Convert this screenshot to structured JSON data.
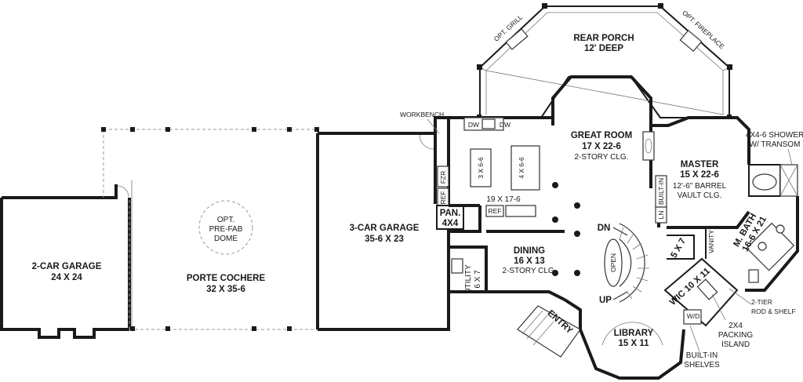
{
  "rooms": {
    "rear_porch": {
      "name": "REAR PORCH",
      "size": "12' DEEP"
    },
    "great_room": {
      "name": "GREAT ROOM",
      "size": "17 X 22-6",
      "note": "2-STORY CLG."
    },
    "master": {
      "name": "MASTER",
      "size": "15 X 22-6",
      "note1": "12'-6\" BARREL",
      "note2": "VAULT CLG."
    },
    "two_car_garage": {
      "name": "2-CAR GARAGE",
      "size": "24 X 24"
    },
    "porte_cochere": {
      "name": "PORTE COCHERE",
      "size": "32 X 35-6"
    },
    "three_car_garage": {
      "name": "3-CAR GARAGE",
      "size": "35-6 X 23"
    },
    "kitchen": {
      "size": "19 X 17-6"
    },
    "dining": {
      "name": "DINING",
      "size": "16 X 13",
      "note": "2-STORY CLG."
    },
    "library": {
      "name": "LIBRARY",
      "size": "15 X 11"
    },
    "master_bath": {
      "name": "M. BATH",
      "size": "16-6 X 21"
    },
    "wic": {
      "name": "WIC 10 X 11"
    },
    "utility": {
      "name": "UTILITY",
      "size": "6 X 7"
    },
    "pantry": {
      "name": "PAN.",
      "size": "4X4"
    },
    "entry": {
      "name": "ENTRY"
    }
  },
  "labels": {
    "opt_grill": "OPT. GRILL",
    "opt_fireplace": "OPT. FIREPLACE",
    "workbench": "WORKBENCH",
    "dw": "DW",
    "fzr": "FZR",
    "ref": "REF",
    "island_a": "3 X 6-6",
    "island_b": "4 X 6-6",
    "dome1": "OPT.",
    "dome2": "PRE-FAB",
    "dome3": "DOME",
    "built_in": "BUILT-IN",
    "ln": "LN",
    "vanity": "VANITY",
    "five_x_seven": "5 X 7",
    "shower1": "4X4-6 SHOWER",
    "shower2": "W/ TRANSOM",
    "rod1": "2-TIER",
    "rod2": "ROD & SHELF",
    "pack1": "2X4",
    "pack2": "PACKING",
    "pack3": "ISLAND",
    "shelves1": "BUILT-IN",
    "shelves2": "SHELVES",
    "wd": "W/D",
    "stair_dn": "DN",
    "stair_up": "UP",
    "stair_open": "OPEN"
  },
  "colors": {
    "ink": "#1a1a1a",
    "background": "#ffffff"
  }
}
